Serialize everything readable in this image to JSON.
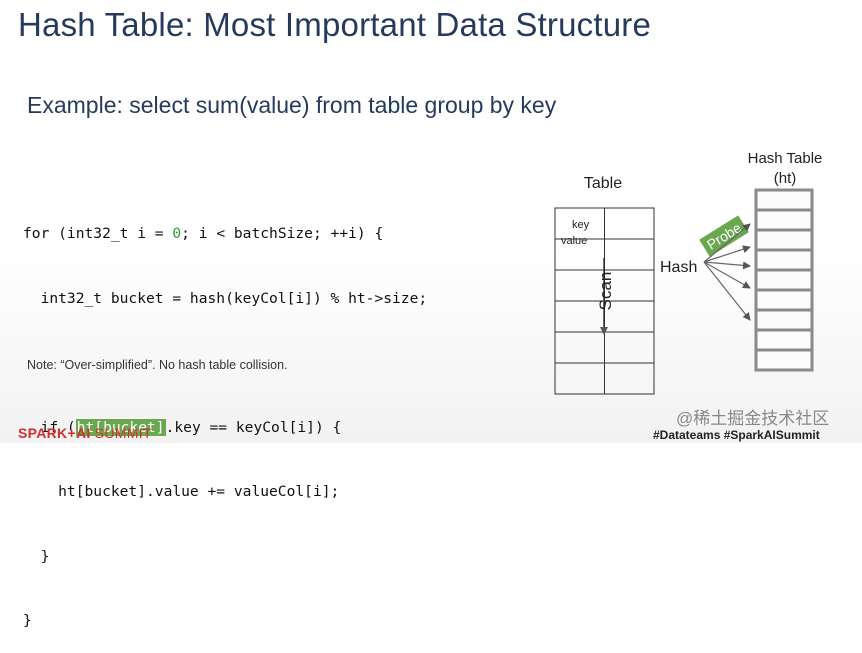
{
  "slide": {
    "title": "Hash Table: Most Important Data Structure",
    "subtitle": "Example: select sum(value) from table group by key",
    "note": "Note: “Over-simplified”. No hash table collision."
  },
  "code": {
    "l1_a": "for (int32_t i = ",
    "l1_num": "0",
    "l1_b": "; i < batchSize; ++i) {",
    "l2": "  int32_t bucket = hash(keyCol[i]) % ht->size;",
    "l3": "",
    "l4_a": "  if (",
    "l4_hl": "ht[bucket]",
    "l4_b": ".key == keyCol[i]) {",
    "l5": "    ht[bucket].value += valueCol[i];",
    "l6": "  }",
    "l7": "}"
  },
  "diagram": {
    "table_label": "Table",
    "cell_key": "key",
    "cell_value": "value",
    "scan_label": "Scan",
    "hash_label": "Hash",
    "probe_label": "Probe",
    "hash_table_label_1": "Hash Table",
    "hash_table_label_2": "(ht)",
    "table_rows": 6,
    "table_cols": 2,
    "hash_table_slots": 9,
    "probe_color": "#6aa84f",
    "line_color": "#333333"
  },
  "footer": {
    "logo_a": "SPARK",
    "logo_b": "+AI",
    "logo_c": " SUMMIT",
    "hashtags": "#Datateams  #SparkAISummit",
    "watermark": "@稀土掘金技术社区"
  },
  "colors": {
    "title": "#263a5c",
    "highlight": "#6aa84f",
    "number": "#2b9a3e",
    "brand_red": "#d12f2f"
  }
}
